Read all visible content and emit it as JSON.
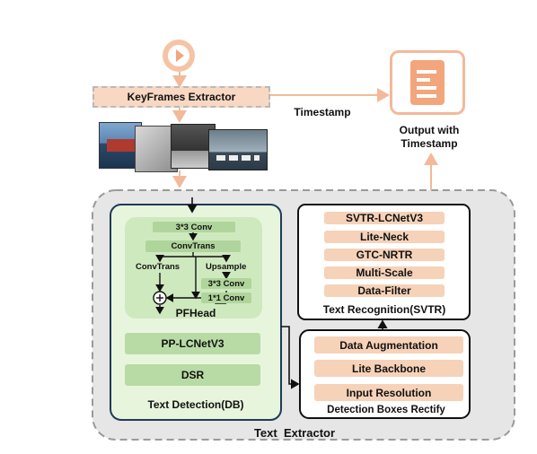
{
  "top": {
    "keyframes_label": "KeyFrames Extractor",
    "timestamp_label": "Timestamp",
    "output_label_line1": "Output with",
    "output_label_line2": "Timestamp"
  },
  "extractor": {
    "title": "Text  Extractor",
    "detection": {
      "title": "Text Detection(DB)",
      "pfhead": {
        "label": "PFHead",
        "conv33_top": "3*3 Conv",
        "convtrans_top": "ConvTrans",
        "convtrans_left": "ConvTrans",
        "upsample": "Upsample",
        "conv33_right": "3*3 Conv",
        "conv11": "1*1 Conv"
      },
      "backbone": "PP-LCNetV3",
      "dsr": "DSR"
    },
    "recognition": {
      "title": "Text Recognition(SVTR)",
      "items": [
        "SVTR-LCNetV3",
        "Lite-Neck",
        "GTC-NRTR",
        "Multi-Scale",
        "Data-Filter"
      ]
    },
    "rectify": {
      "title": "Detection Boxes Rectify",
      "items": [
        "Data Augmentation",
        "Lite Backbone",
        "Input Resolution"
      ]
    }
  },
  "colors": {
    "orange": "#f3b99a",
    "orange_fill": "#f6d2b8",
    "green_fill": "#b8dba6",
    "green_panel": "#daefcd",
    "detection_border": "#1f3b57",
    "gray_panel": "#e6e6e6"
  },
  "icons": [
    "play-icon",
    "document-icon"
  ]
}
